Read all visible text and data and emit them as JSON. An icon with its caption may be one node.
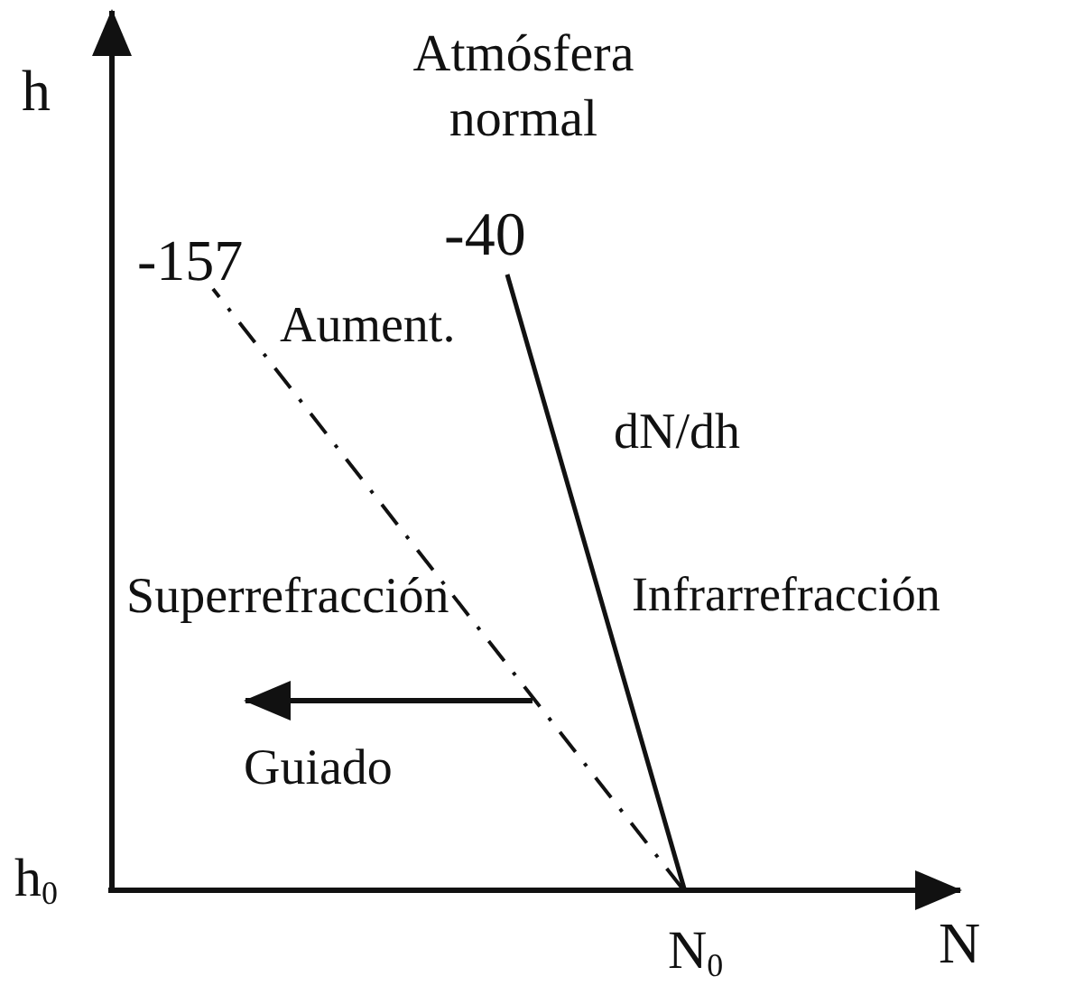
{
  "diagram": {
    "labels": [
      "h",
      "Atmósfera normal",
      "-157",
      "-40",
      "Aument.",
      "dN/dh",
      "Superrefracción",
      "Infrarrefracción",
      "Guiado",
      "h$_{0}$",
      "N$_{0}$",
      "N"
    ]
  }
}
